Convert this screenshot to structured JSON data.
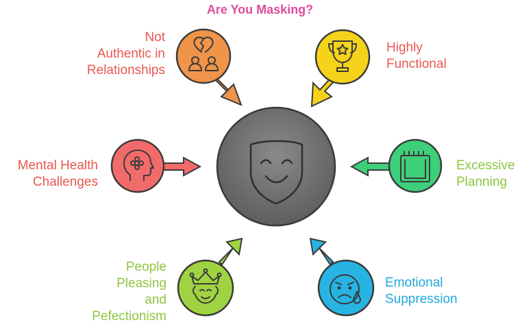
{
  "title": "Are You Masking?",
  "center": {
    "icon": "theater-mask-icon",
    "color": "#6b6b6b"
  },
  "nodes": [
    {
      "id": "not-authentic",
      "lines": [
        "Not",
        "Authentic in",
        "Relationships"
      ],
      "color": "#f0944a",
      "text_color": "#e8584f",
      "icon": "broken-heart-couple-icon"
    },
    {
      "id": "highly-functional",
      "lines": [
        "Highly",
        "Functional"
      ],
      "color": "#f5d31a",
      "text_color": "#e8584f",
      "icon": "trophy-star-icon"
    },
    {
      "id": "mental-health",
      "lines": [
        "Mental Health",
        "Challenges"
      ],
      "color": "#f26b6b",
      "text_color": "#e8584f",
      "icon": "head-flower-icon"
    },
    {
      "id": "excessive-planning",
      "lines": [
        "Excessive",
        "Planning"
      ],
      "color": "#3ecf7a",
      "text_color": "#8cc63f",
      "icon": "calendar-icon"
    },
    {
      "id": "people-pleasing",
      "lines": [
        "People",
        "Pleasing",
        "and",
        "Pefectionism"
      ],
      "color": "#9fd341",
      "text_color": "#8cc63f",
      "icon": "crowned-face-icon"
    },
    {
      "id": "emotional-suppression",
      "lines": [
        "Emotional",
        "Suppression"
      ],
      "color": "#27b4e3",
      "text_color": "#1fa8de",
      "icon": "sad-tear-face-icon"
    }
  ],
  "title_color": "#e04c9c"
}
